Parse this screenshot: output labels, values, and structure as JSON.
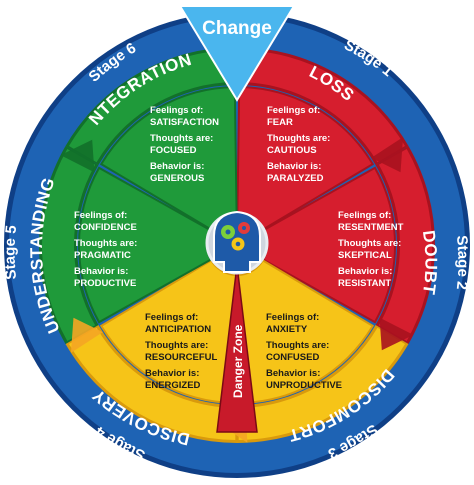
{
  "change": "Change",
  "danger_zone": "Danger Zone",
  "colors": {
    "blue_ring": "#1e63b4",
    "blue_ring_dark": "#0f3f86",
    "red": "#d61e2e",
    "red_dark": "#a8121f",
    "yellow": "#f6c418",
    "yellow_dark": "#d99a0c",
    "green": "#1f9a3a",
    "green_dark": "#12702a",
    "orange_arrow": "#f5a623",
    "change_blue": "#4ab6ee"
  },
  "stages": [
    {
      "label": "Stage 1"
    },
    {
      "label": "Stage 2"
    },
    {
      "label": "Stage 3"
    },
    {
      "label": "Stage 4"
    },
    {
      "label": "Stage 5"
    },
    {
      "label": "Stage 6"
    }
  ],
  "phases": [
    {
      "name": "LOSS"
    },
    {
      "name": "DOUBT"
    },
    {
      "name": "DISCOMFORT"
    },
    {
      "name": "DISCOVERY"
    },
    {
      "name": "UNDERSTANDING"
    },
    {
      "name": "INTEGRATION"
    }
  ],
  "segments": [
    {
      "feel_label": "Feelings of:",
      "feel": "FEAR",
      "think_label": "Thoughts are:",
      "think": "CAUTIOUS",
      "behav_label": "Behavior is:",
      "behav": "PARALYZED"
    },
    {
      "feel_label": "Feelings of:",
      "feel": "RESENTMENT",
      "think_label": "Thoughts are:",
      "think": "SKEPTICAL",
      "behav_label": "Behavior is:",
      "behav": "RESISTANT"
    },
    {
      "feel_label": "Feelings of:",
      "feel": "ANXIETY",
      "think_label": "Thoughts are:",
      "think": "CONFUSED",
      "behav_label": "Behavior is:",
      "behav": "UNPRODUCTIVE"
    },
    {
      "feel_label": "Feelings of:",
      "feel": "ANTICIPATION",
      "think_label": "Thoughts are:",
      "think": "RESOURCEFUL",
      "behav_label": "Behavior is:",
      "behav": "ENERGIZED"
    },
    {
      "feel_label": "Feelings of:",
      "feel": "CONFIDENCE",
      "think_label": "Thoughts are:",
      "think": "PRAGMATIC",
      "behav_label": "Behavior is:",
      "behav": "PRODUCTIVE"
    },
    {
      "feel_label": "Feelings of:",
      "feel": "SATISFACTION",
      "think_label": "Thoughts are:",
      "think": "FOCUSED",
      "behav_label": "Behavior is:",
      "behav": "GENEROUS"
    }
  ]
}
